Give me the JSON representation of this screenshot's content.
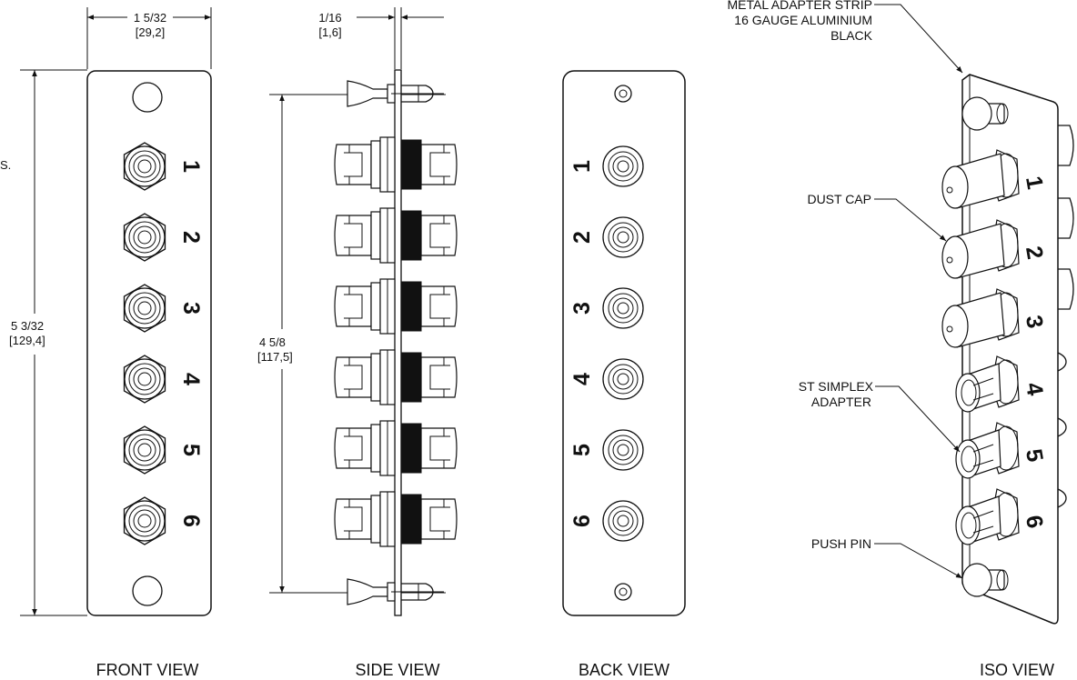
{
  "dimensions": {
    "front_width": "1 5/32",
    "front_width_mm": "[29,2]",
    "front_height": "5 3/32",
    "front_height_mm": "[129,4]",
    "clipped_label": "S.",
    "side_thickness": "1/16",
    "side_thickness_mm": "[1,6]",
    "side_hole_spacing": "4 5/8",
    "side_hole_spacing_mm": "[117,5]"
  },
  "ports": [
    "1",
    "2",
    "3",
    "4",
    "5",
    "6"
  ],
  "callouts": {
    "strip_line1": "METAL ADAPTER STRIP",
    "strip_line2": "16 GAUGE ALUMINIUM",
    "strip_line3": "BLACK",
    "dust_cap": "DUST CAP",
    "adapter_line1": "ST SIMPLEX",
    "adapter_line2": "ADAPTER",
    "push_pin": "PUSH PIN"
  },
  "views": {
    "front": "FRONT VIEW",
    "side": "SIDE VIEW",
    "back": "BACK VIEW",
    "iso": "ISO VIEW"
  },
  "colors": {
    "line": "#111111",
    "fill": "#ffffff",
    "block": "#111111"
  }
}
